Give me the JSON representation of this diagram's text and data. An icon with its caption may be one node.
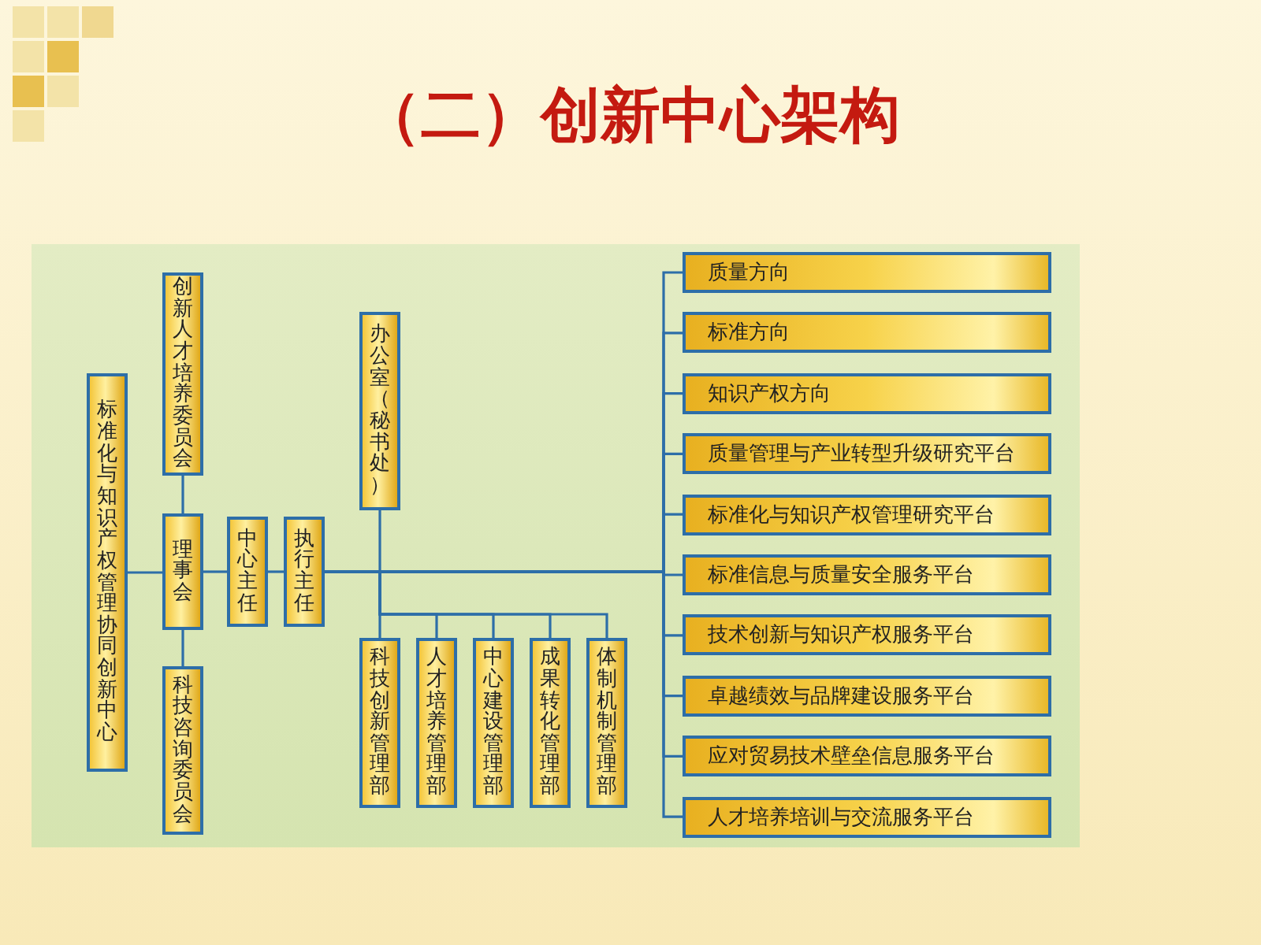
{
  "diagram": {
    "title": "（二）创新中心架构",
    "nodes": [
      {
        "text": [
          "标准化与知识产权管理协同创新中心"
        ]
      },
      {
        "text": [
          "创新人才培养委员会"
        ]
      },
      {
        "text": [
          "理事会"
        ]
      },
      {
        "text": [
          "科技咨询委员会"
        ]
      },
      {
        "text": [
          "中心主任"
        ]
      },
      {
        "text": [
          "执行主任"
        ]
      },
      {
        "text": [
          "办公室（秘书处）"
        ]
      },
      {
        "text": [
          "科技创新管理部"
        ]
      },
      {
        "text": [
          "人才培养管理部"
        ]
      },
      {
        "text": [
          "中心建设管理部"
        ]
      },
      {
        "text": [
          "成果转化管理部"
        ]
      },
      {
        "text": [
          "体制机制管理部"
        ]
      },
      {
        "text": [
          "质量方向"
        ]
      },
      {
        "text": [
          "标准方向"
        ]
      },
      {
        "text": [
          "知识产权方向"
        ]
      },
      {
        "text": [
          "质量管理与产业转型升级研究平台"
        ]
      },
      {
        "text": [
          "标准化与知识产权管理研究平台"
        ]
      },
      {
        "text": [
          "标准信息与质量安全服务平台"
        ]
      },
      {
        "text": [
          "技术创新与知识产权服务平台"
        ]
      },
      {
        "text": [
          "卓越绩效与品牌建设服务平台"
        ]
      },
      {
        "text": [
          "应对贸易技术壁垒信息服务平台"
        ]
      },
      {
        "text": [
          "人才培养培训与交流服务平台"
        ]
      }
    ],
    "edges": [
      {
        "from": 0,
        "to": 2,
        "arrow": "none"
      },
      {
        "from": 2,
        "to": 1,
        "arrow": "none"
      },
      {
        "from": 2,
        "to": 3,
        "arrow": "none"
      },
      {
        "from": 2,
        "to": 4,
        "arrow": "none"
      },
      {
        "from": 4,
        "to": 5,
        "arrow": "none"
      },
      {
        "from": 5,
        "to": 6,
        "arrow": "none"
      },
      {
        "from": 5,
        "to": 7,
        "arrow": "none"
      },
      {
        "from": 5,
        "to": 8,
        "arrow": "none"
      },
      {
        "from": 5,
        "to": 9,
        "arrow": "none"
      },
      {
        "from": 5,
        "to": 10,
        "arrow": "none"
      },
      {
        "from": 5,
        "to": 11,
        "arrow": "none"
      },
      {
        "from": 5,
        "to": 12,
        "arrow": "none"
      },
      {
        "from": 5,
        "to": 13,
        "arrow": "none"
      },
      {
        "from": 5,
        "to": 14,
        "arrow": "none"
      },
      {
        "from": 5,
        "to": 15,
        "arrow": "none"
      },
      {
        "from": 5,
        "to": 16,
        "arrow": "none"
      },
      {
        "from": 5,
        "to": 17,
        "arrow": "none"
      },
      {
        "from": 5,
        "to": 18,
        "arrow": "none"
      },
      {
        "from": 5,
        "to": 19,
        "arrow": "none"
      },
      {
        "from": 5,
        "to": 20,
        "arrow": "none"
      },
      {
        "from": 5,
        "to": 21,
        "arrow": "none"
      }
    ]
  }
}
